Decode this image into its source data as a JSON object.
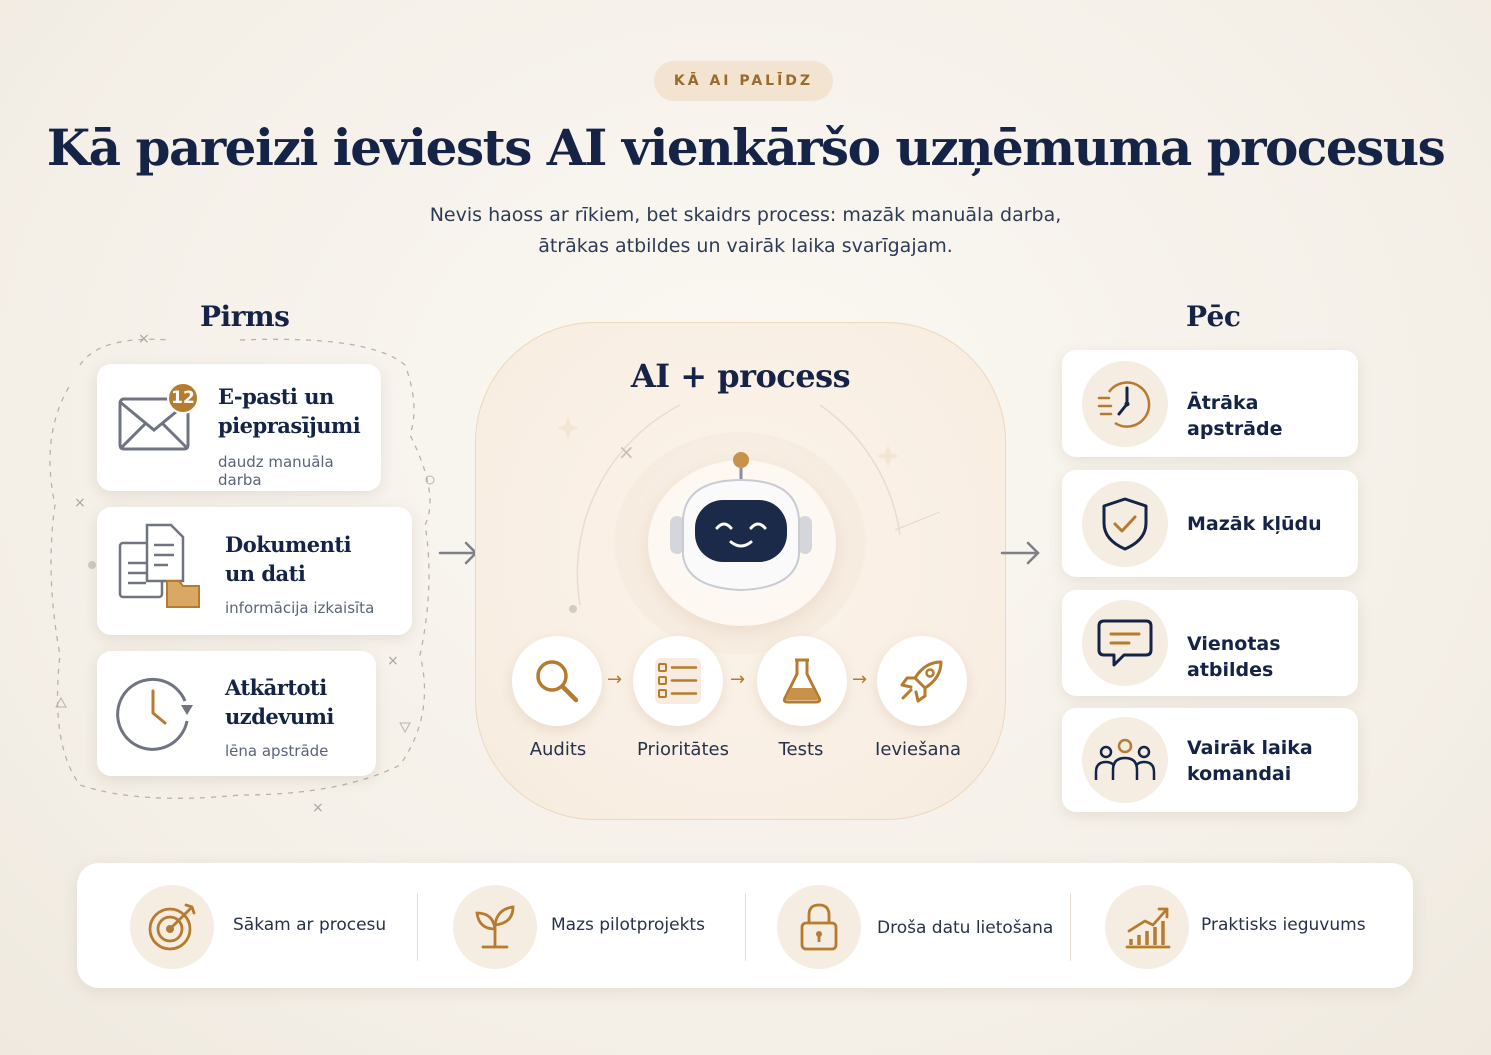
{
  "badge": "KĀ AI PALĪDZ",
  "title": "Kā pareizi ieviests AI vienkāršo uzņēmuma procesus",
  "subtitle": [
    "Nevis haoss ar rīkiem, bet skaidrs process: mazāk manuāla darba,",
    "ātrākas atbildes un vairāk laika svarīgajam."
  ],
  "before": {
    "heading": "Pirms",
    "cards": [
      {
        "title": "E-pasti un pieprasījumi",
        "sub": "daudz manuāla darba",
        "badge": "12",
        "icon": "envelope-icon"
      },
      {
        "title": "Dokumenti un dati",
        "sub": "informācija izkaisīta",
        "icon": "documents-icon"
      },
      {
        "title": "Atkārtoti uzdevumi",
        "sub": "lēna apstrāde",
        "icon": "clock-icon"
      }
    ]
  },
  "center": {
    "heading": "AI + process",
    "steps": [
      {
        "label": "Audits",
        "icon": "magnifier-icon"
      },
      {
        "label": "Prioritātes",
        "icon": "list-icon"
      },
      {
        "label": "Tests",
        "icon": "flask-icon"
      },
      {
        "label": "Ieviešana",
        "icon": "rocket-icon"
      }
    ]
  },
  "after": {
    "heading": "Pēc",
    "cards": [
      {
        "title": "Ātrāka apstrāde",
        "icon": "fast-clock-icon"
      },
      {
        "title": "Mazāk kļūdu",
        "icon": "shield-check-icon"
      },
      {
        "title": "Vienotas atbildes",
        "icon": "chat-icon"
      },
      {
        "title": "Vairāk laika komandai",
        "icon": "team-icon"
      }
    ]
  },
  "bottom": [
    {
      "label": "Sākam ar procesu",
      "icon": "target-icon"
    },
    {
      "label": "Mazs pilotprojekts",
      "icon": "sprout-icon"
    },
    {
      "label": "Droša datu lietošana",
      "icon": "lock-icon"
    },
    {
      "label": "Praktisks ieguvums",
      "icon": "growth-chart-icon"
    }
  ],
  "colors": {
    "navy": "#152446",
    "gold": "#b67b2e",
    "cream": "#f5ede2"
  }
}
